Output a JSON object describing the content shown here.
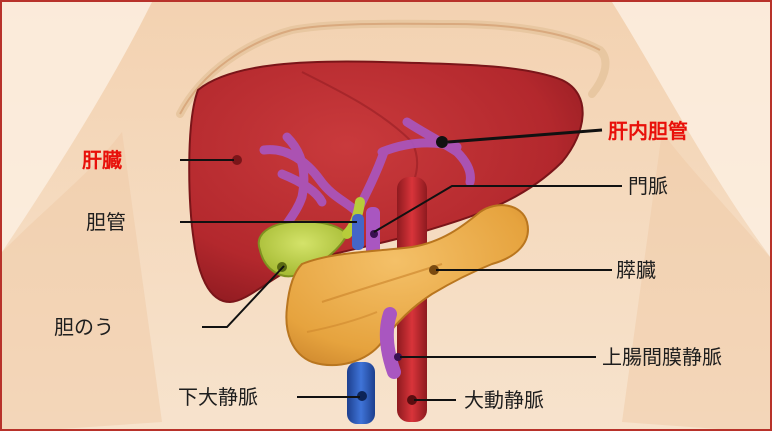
{
  "labels": {
    "liver": "肝臓",
    "intrahepatic_bile_duct": "肝内胆管",
    "portal_vein": "門脈",
    "bile_duct": "胆管",
    "pancreas": "膵臓",
    "gallbladder": "胆のう",
    "superior_mesenteric_vein": "上腸間膜静脈",
    "inferior_vena_cava": "下大静脈",
    "aorta": "大動静脈"
  },
  "colors": {
    "highlight_label": "#e8100a",
    "label": "#1e1e1e",
    "liver": "#b3282d",
    "pancreas": "#e6a33e",
    "gallbladder": "#b7cc3a",
    "bile_duct": "#a956c0",
    "portal_vein": "#4466c8",
    "inferior_vena_cava": "#2a5cc4",
    "aorta": "#c0232a",
    "frame": "#b8322a"
  }
}
